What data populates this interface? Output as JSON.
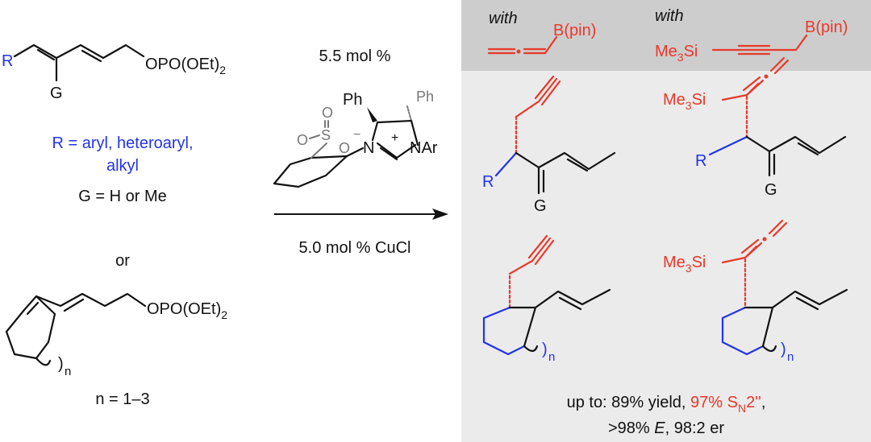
{
  "colors": {
    "red": "#e8392b",
    "blue": "#2233ee",
    "panel": "#ebebeb",
    "header": "#cdcdcd"
  },
  "substrate1": {
    "R": "R",
    "G": "G",
    "leaving_group": "OPO(OEt)",
    "leaving_sub": "2"
  },
  "conditions": {
    "R_def_line1": "R = aryl, heteroaryl,",
    "R_def_line2": "alkyl",
    "G_def": "G = H or Me",
    "or": "or",
    "n_def": "n = 1–3"
  },
  "substrate2": {
    "leaving_group": "OPO(OEt)",
    "leaving_sub": "2",
    "n": "n"
  },
  "catalyst": {
    "loading": "5.5 mol %",
    "Ph1": "Ph",
    "Ph2": "Ph",
    "O1": "O",
    "O2": "O",
    "S": "S",
    "O3": "O",
    "minus": "−",
    "N1": "N",
    "plus": "+",
    "NAr": "NAr",
    "cucl": "5.0 mol % CuCl"
  },
  "reagents": {
    "with1": "with",
    "bpin1": "B(pin)",
    "with2": "with",
    "me3si": "Me",
    "me3si_sub": "3",
    "si": "Si",
    "bpin2": "B(pin)"
  },
  "products": {
    "R": "R",
    "G": "G",
    "me3si": "Me",
    "me3si_sub": "3",
    "si": "Si",
    "n": "n"
  },
  "summary": {
    "line1_a": "up to: 89% yield, ",
    "line1_b": "97% S",
    "line1_sub": "N",
    "line1_c": "2''",
    ",": ",",
    "line2_a": ">98% ",
    "line2_E": "E",
    "line2_b": ", 98:2 er"
  }
}
